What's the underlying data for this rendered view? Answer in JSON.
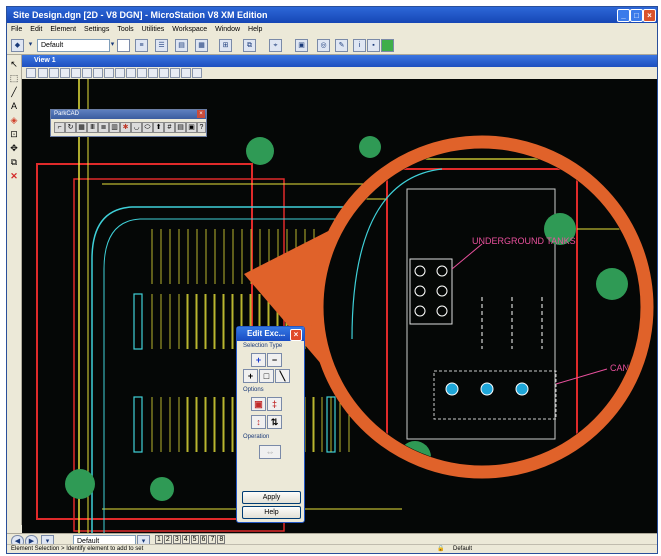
{
  "window": {
    "title": "Site Design.dgn [2D - V8 DGN] - MicroStation V8 XM Edition"
  },
  "menu": [
    "File",
    "Edit",
    "Element",
    "Settings",
    "Tools",
    "Utilities",
    "Workspace",
    "Window",
    "Help"
  ],
  "toolbar": {
    "level_combo": "Default"
  },
  "view": {
    "title": "View 1"
  },
  "parkcad": {
    "title": "ParkCAD"
  },
  "annotations": {
    "tanks": "UNDERGROUND TANKS",
    "canopy": "CANOPY"
  },
  "edit_dialog": {
    "title": "Edit Exc...",
    "selection_type_label": "Selection Type",
    "options_label": "Options",
    "operation_label": "Operation",
    "apply": "Apply",
    "help": "Help"
  },
  "view_bar": {
    "level": "Default",
    "view_numbers": [
      "1",
      "2",
      "3",
      "4",
      "5",
      "6",
      "7",
      "8"
    ]
  },
  "status": {
    "message": "Element Selection > Identify element to add to set",
    "level": "Default"
  },
  "colors": {
    "title_blue": "#1d4fbf",
    "canvas_bg": "#050706",
    "callout_orange": "#e0622a",
    "parking_yellow": "#e6e23a",
    "curb_cyan": "#3fd0d8",
    "boundary_red": "#e02a2a",
    "tree_green": "#2f9a55",
    "label_magenta": "#e8509c"
  }
}
